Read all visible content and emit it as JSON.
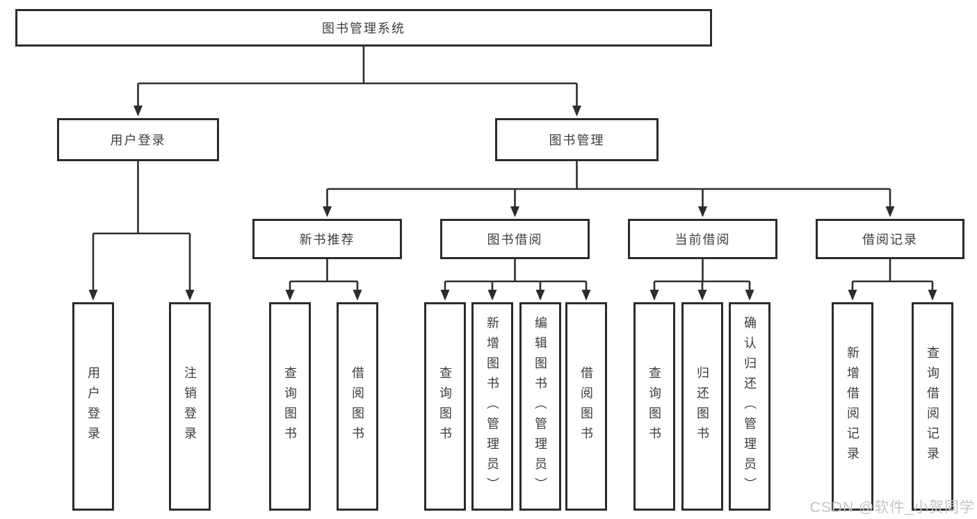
{
  "tree": {
    "root": {
      "label": "图书管理系统",
      "children": [
        {
          "label": "用户登录",
          "children": [
            {
              "label": "用户登录"
            },
            {
              "label": "注销登录"
            }
          ]
        },
        {
          "label": "图书管理",
          "children": [
            {
              "label": "新书推荐",
              "children": [
                {
                  "label": "查询图书"
                },
                {
                  "label": "借阅图书"
                }
              ]
            },
            {
              "label": "图书借阅",
              "children": [
                {
                  "label": "查询图书"
                },
                {
                  "label": "新增图书（管理员）"
                },
                {
                  "label": "编辑图书（管理员）"
                },
                {
                  "label": "借阅图书"
                }
              ]
            },
            {
              "label": "当前借阅",
              "children": [
                {
                  "label": "查询图书"
                },
                {
                  "label": "归还图书"
                },
                {
                  "label": "确认归还（管理员）"
                }
              ]
            },
            {
              "label": "借阅记录",
              "children": [
                {
                  "label": "新增借阅记录"
                },
                {
                  "label": "查询借阅记录"
                }
              ]
            }
          ]
        }
      ]
    }
  },
  "watermark": {
    "text": "CSDN @软件_小贺同学"
  },
  "colors": {
    "background": "#ffffff",
    "box_border": "#2b2b2b",
    "connector": "#2d2d2d",
    "text": "#3a3d42",
    "watermark": "#c4c4c4"
  }
}
